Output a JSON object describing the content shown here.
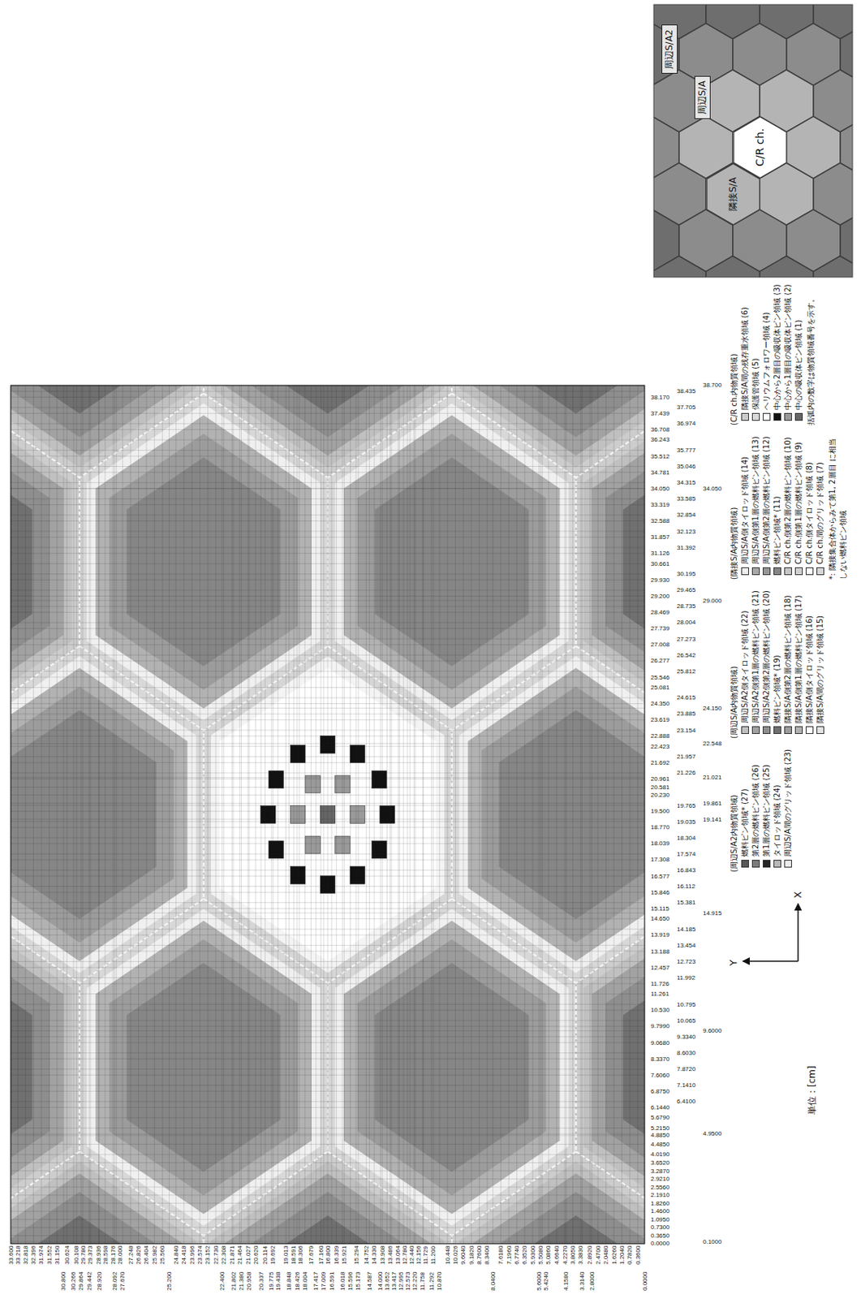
{
  "diagram": {
    "nodes": [
      {
        "text": [
          "周辺S/A2"
        ]
      },
      {
        "text": [
          "周辺S/A"
        ]
      },
      {
        "text": [
          "隣接S/A"
        ]
      },
      {
        "text": [
          "C/R ch."
        ]
      }
    ],
    "labels": [
      "(周辺S/A2内物質領域)",
      "(周辺S/A内物質領域)",
      "(隣接S/A内物質領域)",
      "*: 隣接集合体からみて第1, 2層目 に相当しない燃料ピン領域",
      "(C/R ch.内物質領域)",
      "括弧内の数字は物質領域番号を示す。",
      "単位：[cm]",
      "Y",
      "X",
      "38.435",
      "38.170",
      "37.705",
      "37.439",
      "36.974",
      "36.708",
      "36.243",
      "35.777",
      "35.512",
      "35.046",
      "34.781",
      "34.315",
      "34.050",
      "33.585",
      "33.319",
      "32.854",
      "32.588",
      "32.123",
      "31.857",
      "31.392",
      "31.126",
      "30.661",
      "30.195",
      "29.930",
      "29.465",
      "29.200",
      "28.735",
      "28.469",
      "28.004",
      "27.739",
      "27.273",
      "27.008",
      "26.542",
      "26.277",
      "25.812",
      "25.546",
      "25.081",
      "24.615",
      "24.350",
      "23.885",
      "23.619",
      "23.154",
      "22.888",
      "22.423",
      "21.957",
      "21.692",
      "21.226",
      "20.961",
      "20.581",
      "20.230",
      "19.765",
      "19.500",
      "19.035",
      "18.770",
      "18.304",
      "18.039",
      "17.574",
      "17.308",
      "16.843",
      "16.577",
      "16.112",
      "15.846",
      "15.381",
      "15.115",
      "14.650",
      "14.185",
      "13.919",
      "13.454",
      "13.188",
      "12.723",
      "12.457",
      "11.992",
      "11.726",
      "11.261",
      "10.795",
      "10.530",
      "10.065",
      "9.7990",
      "9.3340",
      "9.0680",
      "8.6030",
      "8.3370",
      "7.8720",
      "7.6060",
      "7.1410",
      "6.8750",
      "6.4100",
      "6.1440",
      "5.6790",
      "5.2150",
      "4.8850",
      "4.4850",
      "4.0190",
      "3.6520",
      "3.2870",
      "2.9210",
      "2.5560",
      "2.1910",
      "1.8260",
      "1.4600",
      "1.0950",
      "0.7300",
      "0.3650",
      "0.0000",
      "38.700",
      "34.050",
      "29.000",
      "24.150",
      "22.548",
      "21.021",
      "19.861",
      "19.141",
      "14.915",
      "9.6000",
      "4.9500",
      "0.1000",
      "33.600",
      "33.218",
      "32.818",
      "32.396",
      "31.974",
      "31.552",
      "31.150",
      "30.800",
      "30.624",
      "30.266",
      "30.108",
      "29.864",
      "29.780",
      "29.442",
      "29.373",
      "28.936",
      "28.920",
      "28.598",
      "28.176",
      "28.092",
      "28.000",
      "27.670",
      "27.248",
      "26.826",
      "26.404",
      "25.982",
      "25.560",
      "25.200",
      "24.840",
      "24.418",
      "23.996",
      "23.574",
      "23.152",
      "22.730",
      "22.400",
      "22.308",
      "21.871",
      "21.802",
      "21.464",
      "21.380",
      "21.027",
      "20.958",
      "20.620",
      "20.337",
      "20.114",
      "19.775",
      "19.692",
      "19.438",
      "19.013",
      "18.848",
      "18.591",
      "18.426",
      "18.306",
      "18.004",
      "17.679",
      "17.417",
      "17.160",
      "17.009",
      "16.800",
      "16.591",
      "16.339",
      "16.018",
      "15.921",
      "15.596",
      "15.294",
      "15.173",
      "14.752",
      "14.587",
      "14.330",
      "14.000",
      "13.908",
      "13.652",
      "13.486",
      "13.417",
      "13.064",
      "12.995",
      "12.780",
      "12.573",
      "12.440",
      "12.220",
      "12.156",
      "11.758",
      "11.729",
      "11.292",
      "11.200",
      "10.870",
      "10.448",
      "10.026",
      "9.6040",
      "9.1820",
      "8.7600",
      "8.3400",
      "8.0400",
      "7.6180",
      "7.1960",
      "6.7740",
      "6.3520",
      "5.9300",
      "5.6000",
      "5.5080",
      "5.4240",
      "5.0860",
      "4.6640",
      "4.2270",
      "4.1580",
      "3.8050",
      "3.3830",
      "3.3140",
      "2.8920",
      "2.8000",
      "2.4700",
      "2.0480",
      "1.6260",
      "1.2040",
      "0.7820",
      "0.3600",
      "0.0000"
    ],
    "legend": [
      {
        "text": "燃料ピン領域* (27)",
        "color": "#575757"
      },
      {
        "text": "第2層の燃料ピン領域 (26)",
        "color": "#7c7c7c"
      },
      {
        "text": "第1層の燃料ピン領域 (25)",
        "color": "#262626"
      },
      {
        "text": "タイロッド領域 (24)",
        "color": "#b8b8b8"
      },
      {
        "text": "周辺S/A間のグリッド領域 (23)",
        "color": "#ececec"
      },
      {
        "text": "周辺S/A2側タイロッド領域 (22)",
        "color": "#c0c0c0"
      },
      {
        "text": "周辺S/A2側第1層の燃料ピン領域 (21)",
        "color": "#a2a2a2"
      },
      {
        "text": "周辺S/A2側第2層の燃料ピン領域 (20)",
        "color": "#8e8e8e"
      },
      {
        "text": "燃料ピン領域* (19)",
        "color": "#707070"
      },
      {
        "text": "隣接S/A側第2層の燃料ピン領域 (18)",
        "color": "#9c9c9c"
      },
      {
        "text": "隣接S/A側第1層の燃料ピン領域 (17)",
        "color": "#b2b2b2"
      },
      {
        "text": "隣接S/A側タイロッド領域 (16)",
        "color": "#ffffff"
      },
      {
        "text": "隣接S/A間のグリッド領域 (15)",
        "color": "#e4e4e4"
      },
      {
        "text": "周辺S/A側タイロッド領域 (14)",
        "color": "#f0f0f0"
      },
      {
        "text": "周辺S/A側第1層の燃料ピン領域 (13)",
        "color": "#a8a8a8"
      },
      {
        "text": "周辺S/A側第2層の燃料ピン領域 (12)",
        "color": "#969696"
      },
      {
        "text": "燃料ピン領域* (11)",
        "color": "#868686"
      },
      {
        "text": "C/R ch.側第2層の燃料ピン領域 (10)",
        "color": "#c6c6c6"
      },
      {
        "text": "C/R ch.側第1層の燃料ピン領域 (9)",
        "color": "#d2d2d2"
      },
      {
        "text": "C/R ch.側タイロッド領域 (8)",
        "color": "#ffffff"
      },
      {
        "text": "C/R ch.間のグリッド領域 (7)",
        "color": "#d8d8d8"
      },
      {
        "text": "隣接S/A間の残存重水領域 (6)",
        "color": "#cccccc"
      },
      {
        "text": "保護管領域 (5)",
        "color": "#dadada"
      },
      {
        "text": "ヘリウムフォロワー領域 (4)",
        "color": "#ffffff"
      },
      {
        "text": "中心から2層目の吸収体ピン領域 (3)",
        "color": "#111111"
      },
      {
        "text": "中心から1層目の吸収体ピン領域 (2)",
        "color": "#9a9a9a"
      },
      {
        "text": "中心の吸収体ピン領域 (1)",
        "color": "#666666"
      }
    ]
  }
}
